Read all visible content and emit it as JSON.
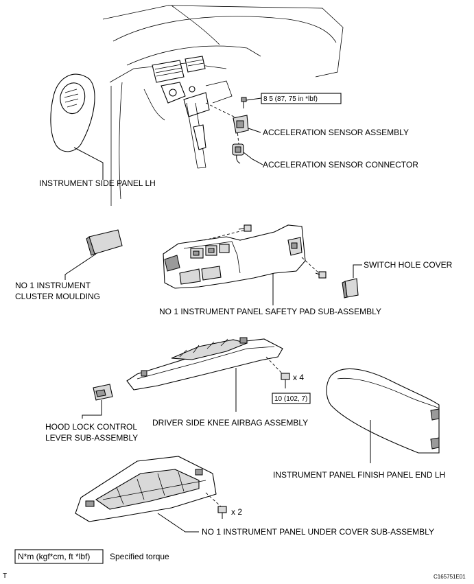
{
  "labels": {
    "instrument_side_panel_lh": "INSTRUMENT SIDE PANEL LH",
    "acceleration_sensor_assembly": "ACCELERATION SENSOR ASSEMBLY",
    "acceleration_sensor_connector": "ACCELERATION SENSOR CONNECTOR",
    "cluster_moulding_line1": "NO 1 INSTRUMENT",
    "cluster_moulding_line2": "CLUSTER MOULDING",
    "switch_hole_cover": "SWITCH HOLE COVER",
    "safety_pad": "NO 1 INSTRUMENT PANEL SAFETY PAD SUB-ASSEMBLY",
    "hood_lock_line1": "HOOD LOCK CONTROL",
    "hood_lock_line2": "LEVER SUB-ASSEMBLY",
    "knee_airbag": "DRIVER SIDE KNEE AIRBAG ASSEMBLY",
    "finish_panel_end": "INSTRUMENT PANEL FINISH PANEL END LH",
    "under_cover": "NO 1 INSTRUMENT PANEL UNDER COVER SUB-ASSEMBLY"
  },
  "torques": {
    "sensor_bolt": "8 5 (87, 75 in *lbf)",
    "airbag_bolt": "10 (102, 7)"
  },
  "quantities": {
    "airbag_bolts": "x 4",
    "under_cover_bolts": "x 2"
  },
  "legend": {
    "unit_box": "N*m (kgf*cm, ft *lbf)",
    "description": "Specified torque"
  },
  "footer": {
    "left_mark": "T",
    "figure_code": "C165751E01"
  }
}
